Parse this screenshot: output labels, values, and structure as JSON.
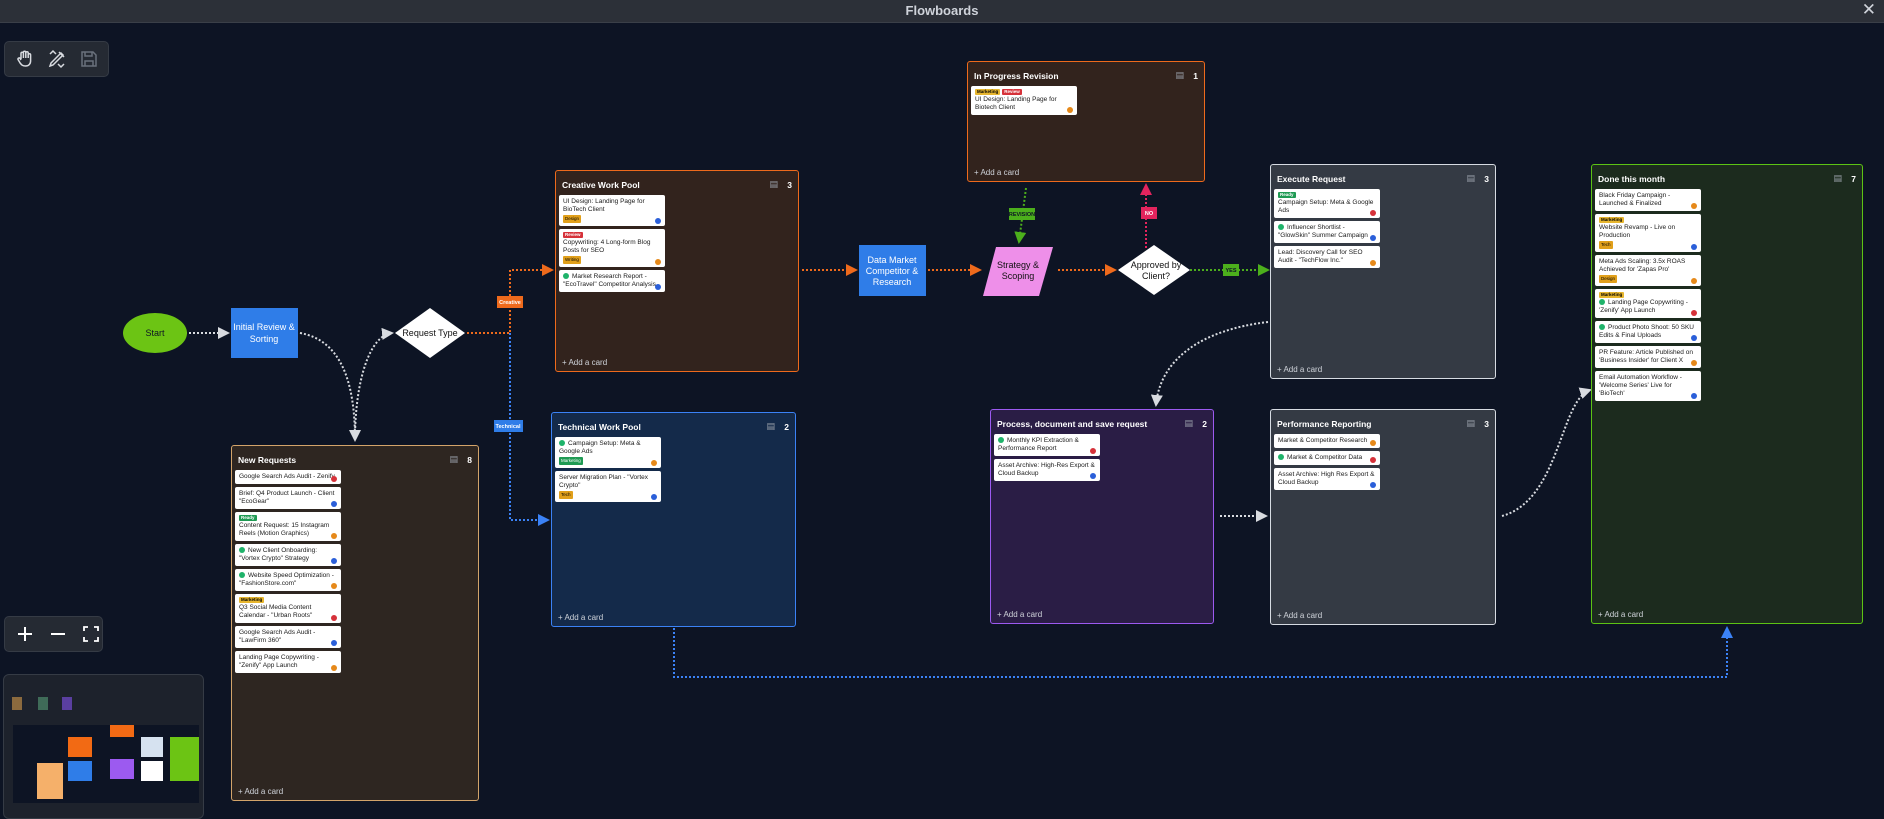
{
  "app": {
    "title": "Flowboards"
  },
  "toolbar": {
    "pan_icon": "hand-icon",
    "edit_icon": "pen-ruler-icon",
    "save_icon": "floppy-icon"
  },
  "zoom": {
    "in": "+",
    "out": "−"
  },
  "nodes": {
    "start": "Start",
    "initial_review": [
      "Initial Review &",
      "Sorting"
    ],
    "request_type": "Request Type",
    "data_market": [
      "Data Market",
      "Competitor &",
      "Research"
    ],
    "strategy": [
      "Strategy &",
      "Scoping"
    ],
    "approved": [
      "Approved by",
      "Client?"
    ]
  },
  "edge_labels": {
    "creative": "Creative",
    "technical": "Technical",
    "revision": "REVISION",
    "no": "NO",
    "yes": "YES"
  },
  "colors": {
    "orange": "#ee6a1c",
    "blue": "#3b82f6",
    "green": "#4caf1c",
    "red": "#e3245d",
    "white": "#d8dbe0"
  },
  "lists": {
    "new_requests": {
      "title": "New Requests",
      "count": "8",
      "add": "+ Add a card",
      "cards": [
        {
          "text": "Google Search Ads Audit - Zenify"
        },
        {
          "text": "Brief: Q4 Product Launch - Client \"EcoGear\""
        },
        {
          "tag": "Ready",
          "text": "Content Request: 15 Instagram Reels (Motion Graphics)"
        },
        {
          "dot": true,
          "text": "New Client Onboarding: \"Vortex Crypto\" Strategy"
        },
        {
          "dot": true,
          "text": "Website Speed Optimization - \"FashionStore.com\""
        },
        {
          "tag": "Marketing",
          "text": "Q3 Social Media Content Calendar - \"Urban Roots\""
        },
        {
          "text": "Google Search Ads Audit - \"LawFirm 360\""
        },
        {
          "text": "Landing Page Copywriting - \"Zenify\" App Launch"
        }
      ]
    },
    "creative_pool": {
      "title": "Creative Work Pool",
      "count": "3",
      "add": "+ Add a card",
      "cards": [
        {
          "text": "UI Design: Landing Page for BioTech Client",
          "chip": "Design"
        },
        {
          "tag": "Review",
          "text": "Copywriting: 4 Long-form Blog Posts for SEO",
          "chip": "Writing"
        },
        {
          "dot": true,
          "text": "Market Research Report - \"EcoTravel\" Competitor Analysis"
        }
      ]
    },
    "technical_pool": {
      "title": "Technical Work Pool",
      "count": "2",
      "add": "+ Add a card",
      "cards": [
        {
          "dot": true,
          "text": "Campaign Setup: Meta & Google Ads",
          "chip": "Marketing"
        },
        {
          "text": "Server Migration Plan - \"Vortex Crypto\"",
          "chip": "Tech"
        }
      ]
    },
    "in_progress": {
      "title": "In Progress Revision",
      "count": "1",
      "add": "+ Add a card",
      "cards": [
        {
          "tags": [
            "Marketing",
            "Review"
          ],
          "text": "UI Design: Landing Page for Biotech Client"
        }
      ]
    },
    "process": {
      "title": "Process, document and save request",
      "count": "2",
      "add": "+ Add a card",
      "cards": [
        {
          "dot": true,
          "text": "Monthly KPI Extraction & Performance Report"
        },
        {
          "text": "Asset Archive: High-Res Export & Cloud Backup"
        }
      ]
    },
    "execute": {
      "title": "Execute Request",
      "count": "3",
      "add": "+ Add a card",
      "cards": [
        {
          "tag": "Ready",
          "text": "Campaign Setup: Meta & Google Ads"
        },
        {
          "dot": true,
          "text": "Influencer Shortlist - \"GlowSkin\" Summer Campaign"
        },
        {
          "text": "Lead: Discovery Call for SEO Audit - \"TechFlow Inc.\""
        }
      ]
    },
    "performance": {
      "title": "Performance Reporting",
      "count": "3",
      "add": "+ Add a card",
      "cards": [
        {
          "text": "Market & Competitor Research"
        },
        {
          "dot": true,
          "text": "Market & Competitor Data"
        },
        {
          "text": "Asset Archive: High Res Export & Cloud Backup"
        }
      ]
    },
    "done": {
      "title": "Done this month",
      "count": "7",
      "add": "+ Add a card",
      "cards": [
        {
          "text": "Black Friday Campaign - Launched & Finalized"
        },
        {
          "tag": "Marketing",
          "text": "Website Revamp - Live on Production",
          "chip": "Tech"
        },
        {
          "text": "Meta Ads Scaling: 3.5x ROAS Achieved for 'Zapas Pro'",
          "chip": "Design"
        },
        {
          "tag": "Marketing",
          "dot": true,
          "text": "Landing Page Copywriting - 'Zenify' App Launch"
        },
        {
          "dot": true,
          "text": "Product Photo Shoot: 50 SKU Edits & Final Uploads"
        },
        {
          "text": "PR Feature: Article Published on 'Business Insider' for Client X"
        },
        {
          "text": "Email Automation Workflow - 'Welcome Series' Live for 'BioTech'"
        }
      ]
    }
  }
}
